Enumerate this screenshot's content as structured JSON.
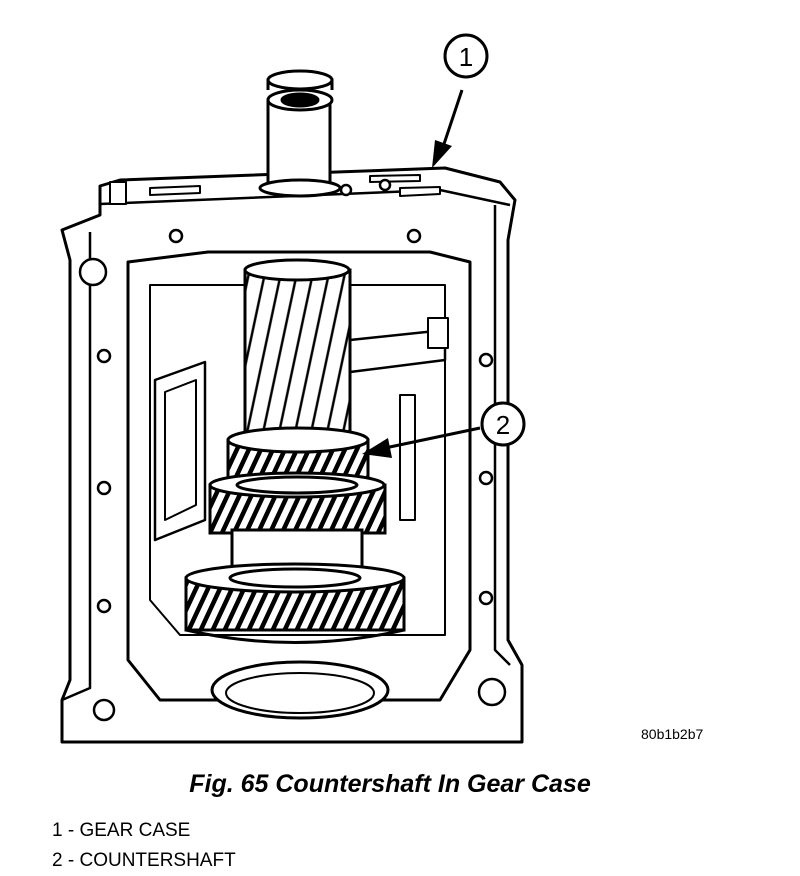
{
  "figure": {
    "code": "80b1b2b7",
    "callouts": [
      {
        "number": "1",
        "target": "gear-case"
      },
      {
        "number": "2",
        "target": "countershaft"
      }
    ]
  },
  "caption": "Fig. 65 Countershaft In Gear Case",
  "legend": [
    {
      "number": "1",
      "separator": " - ",
      "label": "GEAR CASE"
    },
    {
      "number": "2",
      "separator": " - ",
      "label": "COUNTERSHAFT"
    }
  ],
  "colors": {
    "ink": "#000000",
    "paper": "#ffffff"
  }
}
